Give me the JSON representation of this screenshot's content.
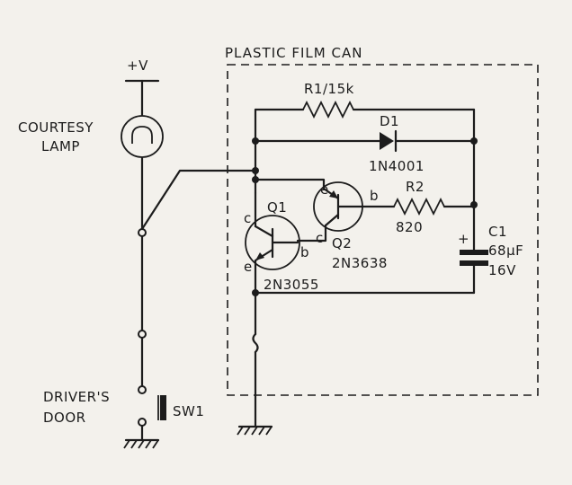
{
  "enclosure_label": "PLASTIC FILM CAN",
  "supply_label": "+V",
  "courtesy_lamp_label_line1": "COURTESY",
  "courtesy_lamp_label_line2": "LAMP",
  "door_label_line1": "DRIVER'S",
  "door_label_line2": "DOOR",
  "sw1_label": "SW1",
  "r1_label": "R1/15k",
  "d1_label": "D1",
  "d1_part": "1N4001",
  "r2_label": "R2",
  "r2_value": "820",
  "c1_label": "C1",
  "c1_value": "68μF",
  "c1_voltage": "16V",
  "c1_plus": "+",
  "q1_label": "Q1",
  "q1_part": "2N3055",
  "q1_c": "c",
  "q1_b": "b",
  "q1_e": "e",
  "q2_label": "Q2",
  "q2_part": "2N3638",
  "q2_e": "e",
  "q2_b": "b",
  "q2_c": "c"
}
